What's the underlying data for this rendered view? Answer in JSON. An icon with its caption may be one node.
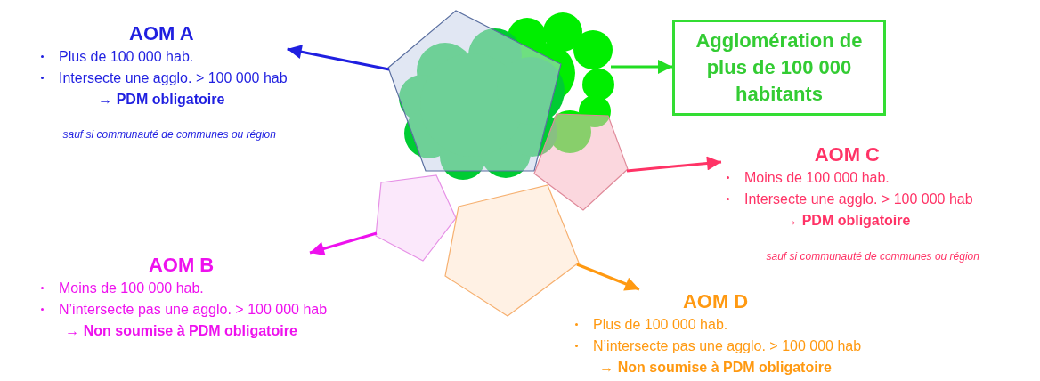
{
  "diagram": {
    "nodes": [
      {
        "text": [
          "AOM A",
          "Plus de 100 000 hab.",
          "Intersecte une agglo. > 100 000 hab",
          "→ PDM obligatoire"
        ],
        "beside": [
          "sauf si communauté de communes ou région"
        ]
      },
      {
        "text": [],
        "shape": "pentagon"
      },
      {
        "text": [],
        "shape": "cloud"
      },
      {
        "text": [
          "Agglomération de plus de 100 000 habitants"
        ]
      },
      {
        "text": [],
        "shape": "pentagon"
      },
      {
        "text": [
          "AOM C",
          "Moins de 100 000 hab.",
          "Intersecte une agglo. > 100 000 hab",
          "→ PDM obligatoire"
        ],
        "beside": [
          "sauf si communauté de communes ou région"
        ]
      },
      {
        "text": [],
        "shape": "pentagon"
      },
      {
        "text": [],
        "shape": "pentagon"
      },
      {
        "text": [
          "AOM B",
          "Moins de 100 000 hab.",
          "N’intersecte pas une agglo. > 100 000 hab",
          "→ Non soumise à PDM obligatoire"
        ]
      },
      {
        "text": [
          "AOM D",
          "Plus de 100 000 hab.",
          "N’intersecte pas une agglo. > 100 000 hab",
          "→ Non soumise à PDM obligatoire"
        ]
      }
    ],
    "edges": [
      {
        "from": 1,
        "to": 0,
        "arrow": "to",
        "color": "#1f1fe0"
      },
      {
        "from": 2,
        "to": 3,
        "arrow": "to",
        "color": "#22dd22"
      },
      {
        "from": 4,
        "to": 5,
        "arrow": "to",
        "color": "#ff3366"
      },
      {
        "from": 6,
        "to": 8,
        "arrow": "to",
        "color": "#ee11ee"
      },
      {
        "from": 7,
        "to": 9,
        "arrow": "to",
        "color": "#ff9911"
      }
    ]
  }
}
